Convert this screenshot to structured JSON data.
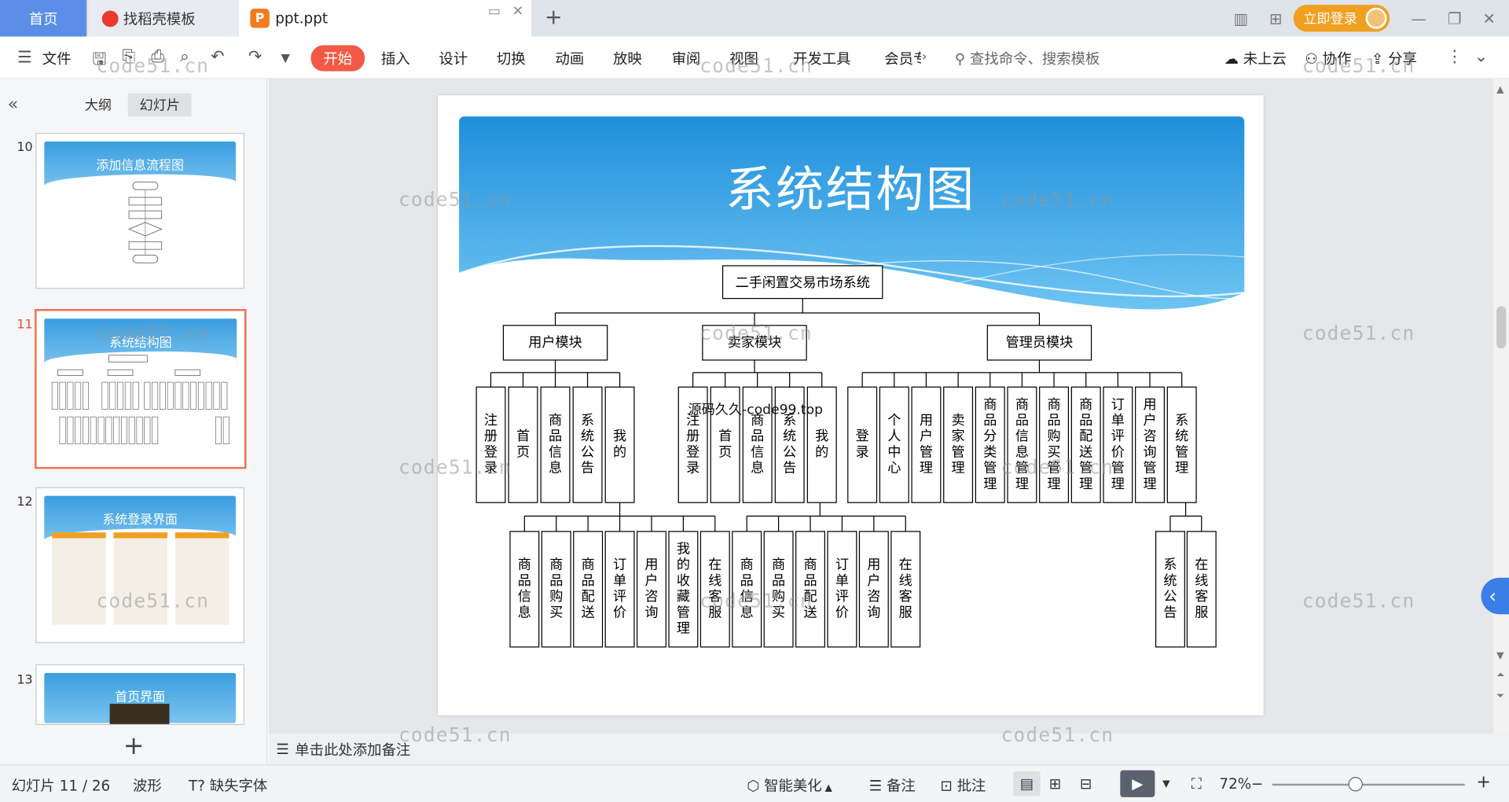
{
  "tabs": {
    "home": "首页",
    "daoke": "找稻壳模板",
    "file": "ppt.ppt"
  },
  "titlebar": {
    "login": "立即登录"
  },
  "ribbon": {
    "file": "文件",
    "items": [
      "开始",
      "插入",
      "设计",
      "切换",
      "动画",
      "放映",
      "审阅",
      "视图",
      "开发工具",
      "会员专"
    ],
    "search_placeholder": "查找命令、搜索模板",
    "cloud": "未上云",
    "collab": "协作",
    "share": "分享"
  },
  "left_panel": {
    "tab_outline": "大纲",
    "tab_slides": "幻灯片",
    "slides": [
      {
        "num": "10",
        "title": "添加信息流程图"
      },
      {
        "num": "11",
        "title": "系统结构图"
      },
      {
        "num": "12",
        "title": "系统登录界面"
      },
      {
        "num": "13",
        "title": "首页界面"
      }
    ]
  },
  "slide": {
    "title": "系统结构图",
    "root": "二手闲置交易市场系统",
    "modules": [
      "用户模块",
      "卖家模块",
      "管理员模块"
    ],
    "user_items": [
      "注册登录",
      "首页",
      "商品信息",
      "系统公告",
      "我的"
    ],
    "seller_items": [
      "注册登录",
      "首页",
      "商品信息",
      "系统公告",
      "我的"
    ],
    "admin_items": [
      "登录",
      "个人中心",
      "用户管理",
      "卖家管理",
      "商品分类管理",
      "商品信息管理",
      "商品购买管理",
      "商品配送管理",
      "订单评价管理",
      "用户咨询管理",
      "系统管理"
    ],
    "user_sub": [
      "商品信息",
      "商品购买",
      "商品配送",
      "订单评价",
      "用户咨询",
      "我的收藏管理",
      "在线客服"
    ],
    "seller_sub": [
      "商品信息",
      "商品购买",
      "商品配送",
      "订单评价",
      "用户咨询",
      "在线客服"
    ],
    "admin_sub": [
      "系统公告",
      "在线客服"
    ],
    "overlay_text": "源码久久-code99.top"
  },
  "notes_hint": "单击此处添加备注",
  "status": {
    "slide_info": "幻灯片 11 / 26",
    "theme": "波形",
    "missing_font": "缺失字体",
    "beautify": "智能美化",
    "notes": "备注",
    "comments": "批注",
    "zoom": "72%"
  },
  "watermark": "code51.cn",
  "colors": {
    "home_tab": "#5b8ee6",
    "start_button": "#f25a47",
    "login_button": "#f0a020",
    "slide_header": "#2e9ae0",
    "selected_thumb": "#f07050"
  }
}
